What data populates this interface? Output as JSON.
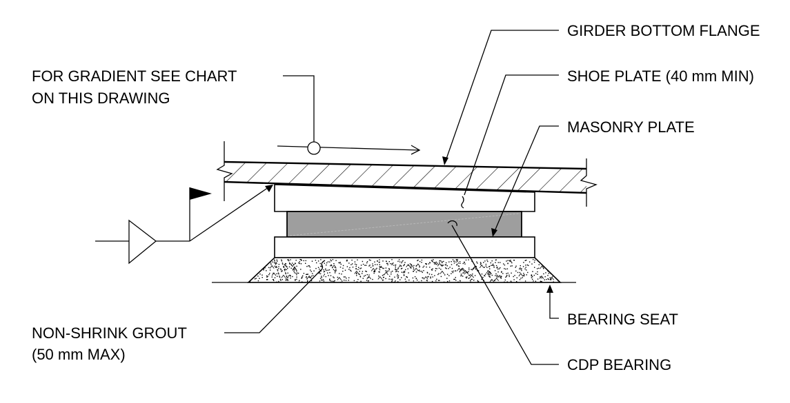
{
  "labels": {
    "gradient_line1": "FOR GRADIENT SEE CHART",
    "gradient_line2": "ON THIS DRAWING",
    "girder_bottom_flange": "GIRDER BOTTOM FLANGE",
    "shoe_plate": "SHOE PLATE (40 mm MIN)",
    "masonry_plate": "MASONRY PLATE",
    "bearing_seat": "BEARING SEAT",
    "grout_line1": "NON-SHRINK GROUT",
    "grout_line2": "(50 mm MAX)",
    "cdp_bearing": "CDP BEARING"
  },
  "colors": {
    "line": "#000000",
    "elastomer": "#9e9e9e",
    "background": "#ffffff"
  }
}
